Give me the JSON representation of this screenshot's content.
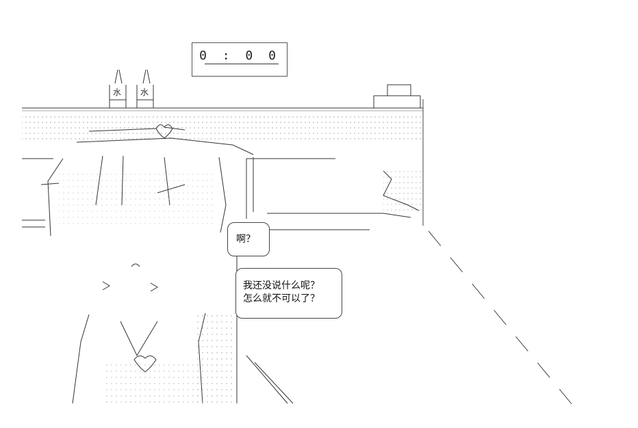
{
  "timer": {
    "display": "0 : 0 0"
  },
  "art_labels": {
    "left_bottle": "水",
    "right_bottle": "水"
  },
  "dialogue": {
    "short_line": "啊？",
    "long_line_1": "我还没说什么呢？",
    "long_line_2": "怎么就不可以了？"
  }
}
